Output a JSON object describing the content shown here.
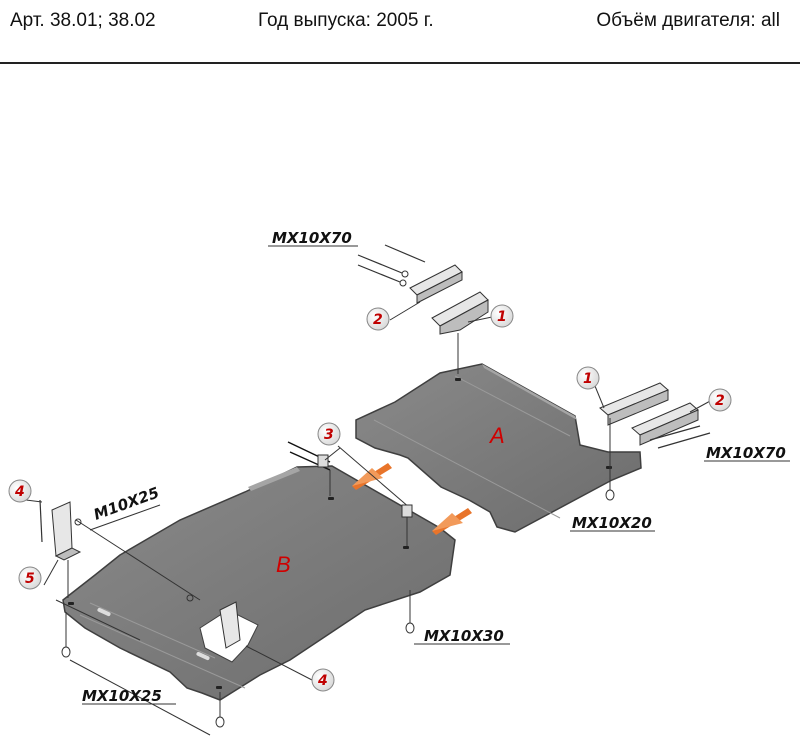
{
  "header": {
    "article": "Арт. 38.01; 38.02",
    "year": "Год выпуска: 2005 г.",
    "engine": "Объём двигателя: all"
  },
  "diagram": {
    "plate_a": "A",
    "plate_b": "B",
    "fasteners": {
      "top_bolts": "MX10X70",
      "right_bolts": "MX10X70",
      "right_lower_bolts": "MX10X20",
      "left_bolts": "M10X25",
      "center_bolts": "MX10X30",
      "bottom_bolts": "MX10X25"
    },
    "callouts": {
      "top_2": "2",
      "top_1": "1",
      "right_1": "1",
      "right_2": "2",
      "center_3": "3",
      "left_4": "4",
      "left_5": "5",
      "bottom_4": "4"
    },
    "colors": {
      "plate": "#7b7b7b",
      "plate_edge": "#4a4a4a",
      "callout_red": "#c00000",
      "arrow_orange": "#e8742a"
    }
  }
}
